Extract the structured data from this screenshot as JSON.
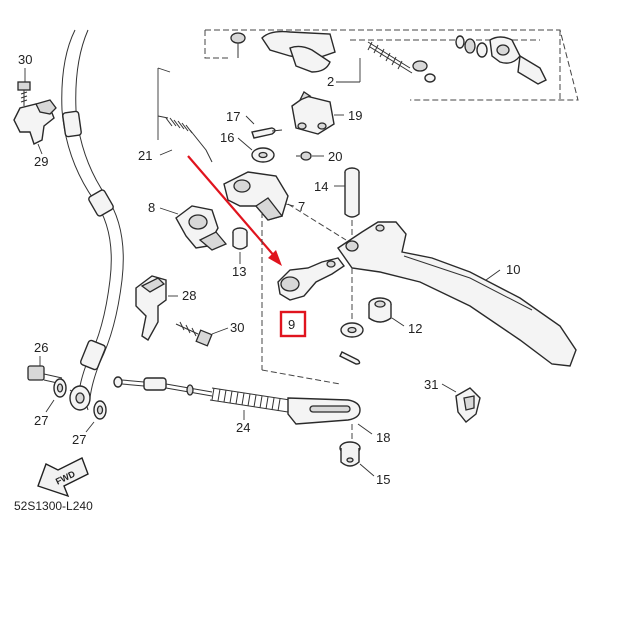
{
  "diagram": {
    "code": "52S1300-L240",
    "fwd_label": "FWD",
    "highlight_color": "#e0141e",
    "callouts": [
      {
        "id": "c30a",
        "text": "30"
      },
      {
        "id": "c29",
        "text": "29"
      },
      {
        "id": "c21",
        "text": "21"
      },
      {
        "id": "c17",
        "text": "17"
      },
      {
        "id": "c16",
        "text": "16"
      },
      {
        "id": "c2",
        "text": "2"
      },
      {
        "id": "c19",
        "text": "19"
      },
      {
        "id": "c20",
        "text": "20"
      },
      {
        "id": "c14",
        "text": "14"
      },
      {
        "id": "c8",
        "text": "8"
      },
      {
        "id": "c7",
        "text": "7"
      },
      {
        "id": "c13",
        "text": "13"
      },
      {
        "id": "c10",
        "text": "10"
      },
      {
        "id": "c28",
        "text": "28"
      },
      {
        "id": "c30b",
        "text": "30"
      },
      {
        "id": "c9",
        "text": "9"
      },
      {
        "id": "c12",
        "text": "12"
      },
      {
        "id": "c26",
        "text": "26"
      },
      {
        "id": "c31",
        "text": "31"
      },
      {
        "id": "c27a",
        "text": "27"
      },
      {
        "id": "c27b",
        "text": "27"
      },
      {
        "id": "c24",
        "text": "24"
      },
      {
        "id": "c18",
        "text": "18"
      },
      {
        "id": "c15",
        "text": "15"
      }
    ]
  }
}
